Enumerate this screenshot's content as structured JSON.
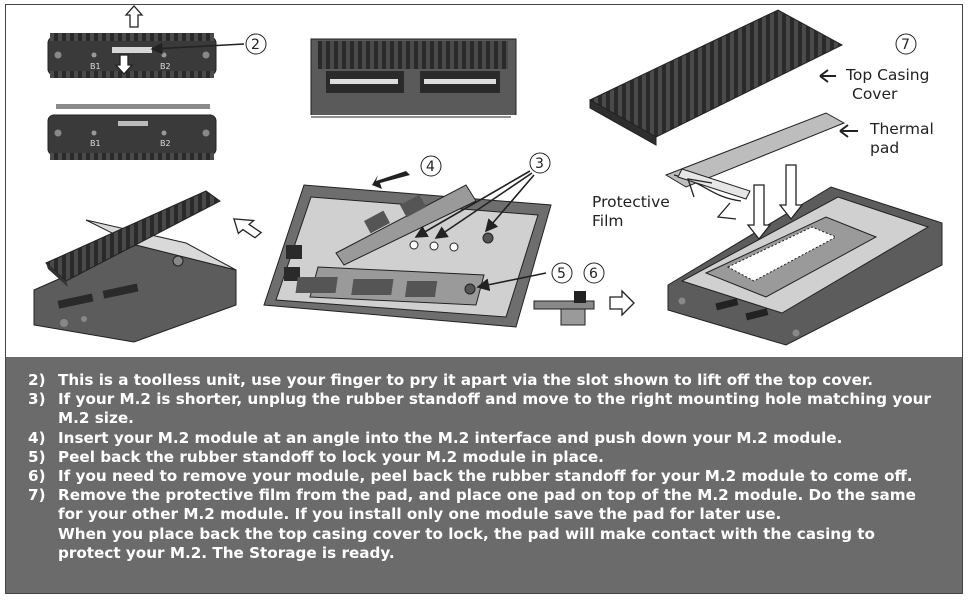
{
  "callouts": {
    "c2": "2",
    "c3": "3",
    "c4": "4",
    "c5": "5",
    "c6": "6",
    "c7": "7"
  },
  "slot_labels": {
    "b1_top": "B1",
    "b2_top": "B2",
    "b1_bottom": "B1",
    "b2_bottom": "B2"
  },
  "labels": {
    "top_casing_line1": "Top Casing",
    "top_casing_line2": "Cover",
    "thermal_line1": "Thermal",
    "thermal_line2": "pad",
    "protective_line1": "Protective",
    "protective_line2": "Film"
  },
  "instructions": [
    {
      "num": "2)",
      "text": "This is a toolless unit, use your finger to pry it apart via the slot shown to lift off the top cover."
    },
    {
      "num": "3)",
      "text": "If your M.2 is shorter, unplug the rubber standoff and move to the right mounting hole matching your M.2 size."
    },
    {
      "num": "4)",
      "text": "Insert your M.2 module at an angle into the M.2 interface and push down your M.2 module."
    },
    {
      "num": "5)",
      "text": "Peel back the rubber standoff to lock your M.2 module in place."
    },
    {
      "num": "6)",
      "text": "If you need to remove your module, peel back the rubber standoff for your M.2 module to come off."
    },
    {
      "num": "7)",
      "text": "Remove the protective film from the pad, and place one pad on top of the M.2 module. Do the same for your other M.2 module. If you install only one module save the pad for later use.",
      "extra": "When you place back the top casing cover to lock, the pad will make contact with the casing to protect your M.2. The Storage is ready."
    }
  ],
  "colors": {
    "panel_bg": "#6b6b6b",
    "casing_dark": "#3c3c3c",
    "casing_mid": "#6e6e6e",
    "board_green": "#8a8a8a"
  }
}
